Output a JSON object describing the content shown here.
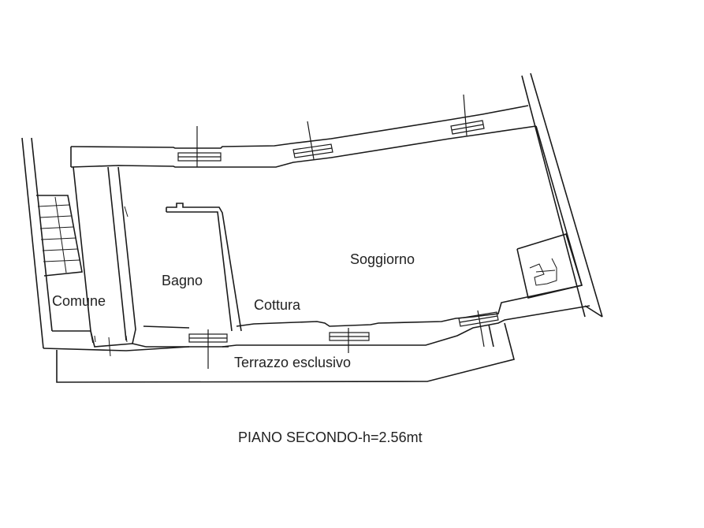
{
  "rooms": {
    "comune": "Comune",
    "bagno": "Bagno",
    "cottura": "Cottura",
    "soggiorno": "Soggiorno",
    "terrazzo": "Terrazzo esclusivo"
  },
  "caption": "PIANO SECONDO-h=2.56mt",
  "colors": {
    "line": "#1a1a1a",
    "background": "#ffffff"
  }
}
